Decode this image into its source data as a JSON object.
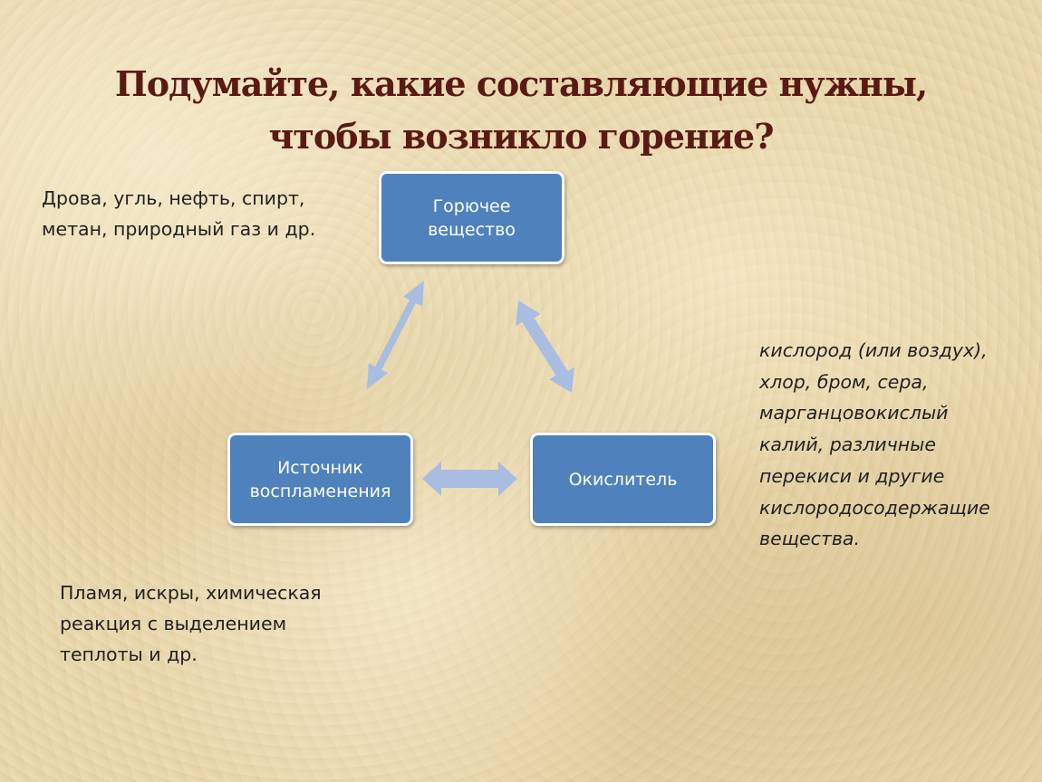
{
  "title": {
    "line1": "Подумайте, какие составляющие нужны,",
    "line2": "чтобы возникло горение?"
  },
  "diagram": {
    "nodes": {
      "fuel": {
        "line1": "Горючее",
        "line2": "вещество"
      },
      "ignition": {
        "line1": "Источник",
        "line2": "воспламенения"
      },
      "oxidizer": {
        "line1": "Окислитель"
      }
    },
    "colors": {
      "node_fill": "#4f81bd",
      "node_border": "#ffffff",
      "arrow_fill": "#a9bde0",
      "title_color": "#5a1a14"
    }
  },
  "notes": {
    "fuel": {
      "lines": [
        "Дрова, угль, нефть, спирт,",
        "метан, природный газ и др."
      ]
    },
    "ignition": {
      "lines": [
        "Пламя, искры, химическая",
        "реакция с выделением",
        "теплоты и др."
      ]
    },
    "oxidizer": {
      "lines": [
        "кислород (или воздух),",
        "хлор, бром, сера,",
        "марганцовокислый",
        "калий, различные",
        "перекиси и другие",
        "кислородосодержащие",
        "вещества."
      ]
    }
  }
}
